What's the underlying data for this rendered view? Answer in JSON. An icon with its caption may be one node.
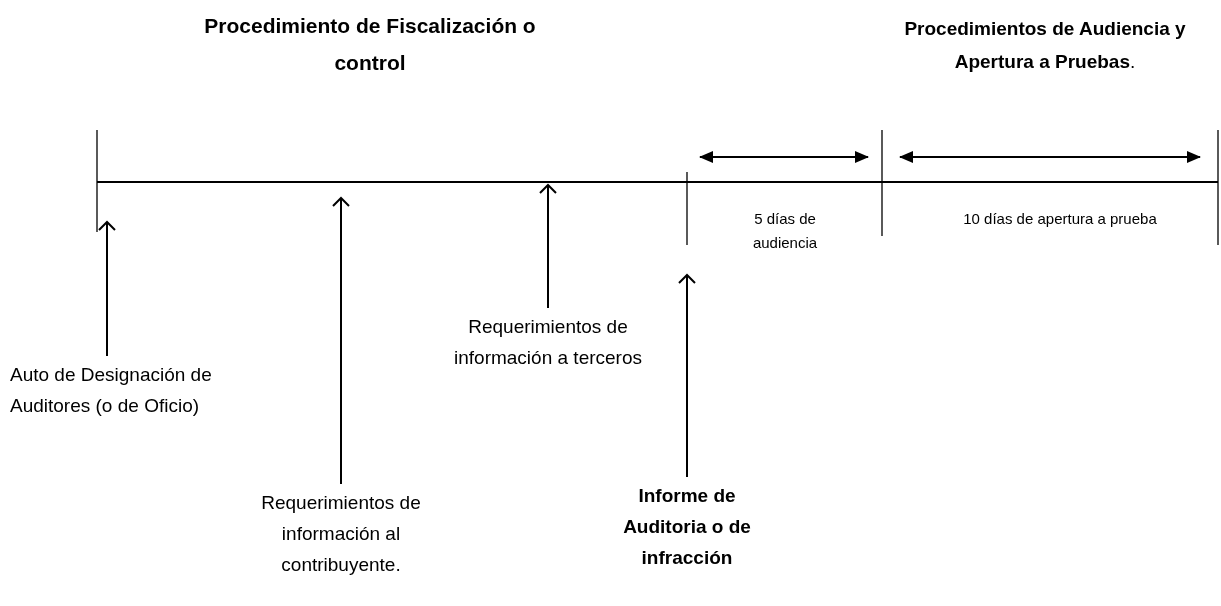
{
  "diagram": {
    "title": "Procedimiento de Fiscalización o control",
    "nodes": [
      {
        "text": [
          "Auto de Designación de Auditores (o de Oficio)"
        ]
      },
      {
        "text": [
          "Requerimientos de información al contribuyente."
        ]
      },
      {
        "text": [
          "Requerimientos de información a terceros"
        ]
      },
      {
        "text": [
          "Informe de Auditoria o de infracción"
        ]
      }
    ],
    "edges": [
      {
        "from": 0,
        "to": null,
        "arrow": "to"
      },
      {
        "from": 1,
        "to": null,
        "arrow": "to"
      },
      {
        "from": 2,
        "to": null,
        "arrow": "to"
      },
      {
        "from": 3,
        "to": null,
        "arrow": "to"
      }
    ],
    "labels": [
      "**Procedimientos de Audiencia y Apertura a Pruebas**.",
      "5 días de audiencia",
      "10 días de apertura a prueba"
    ]
  }
}
